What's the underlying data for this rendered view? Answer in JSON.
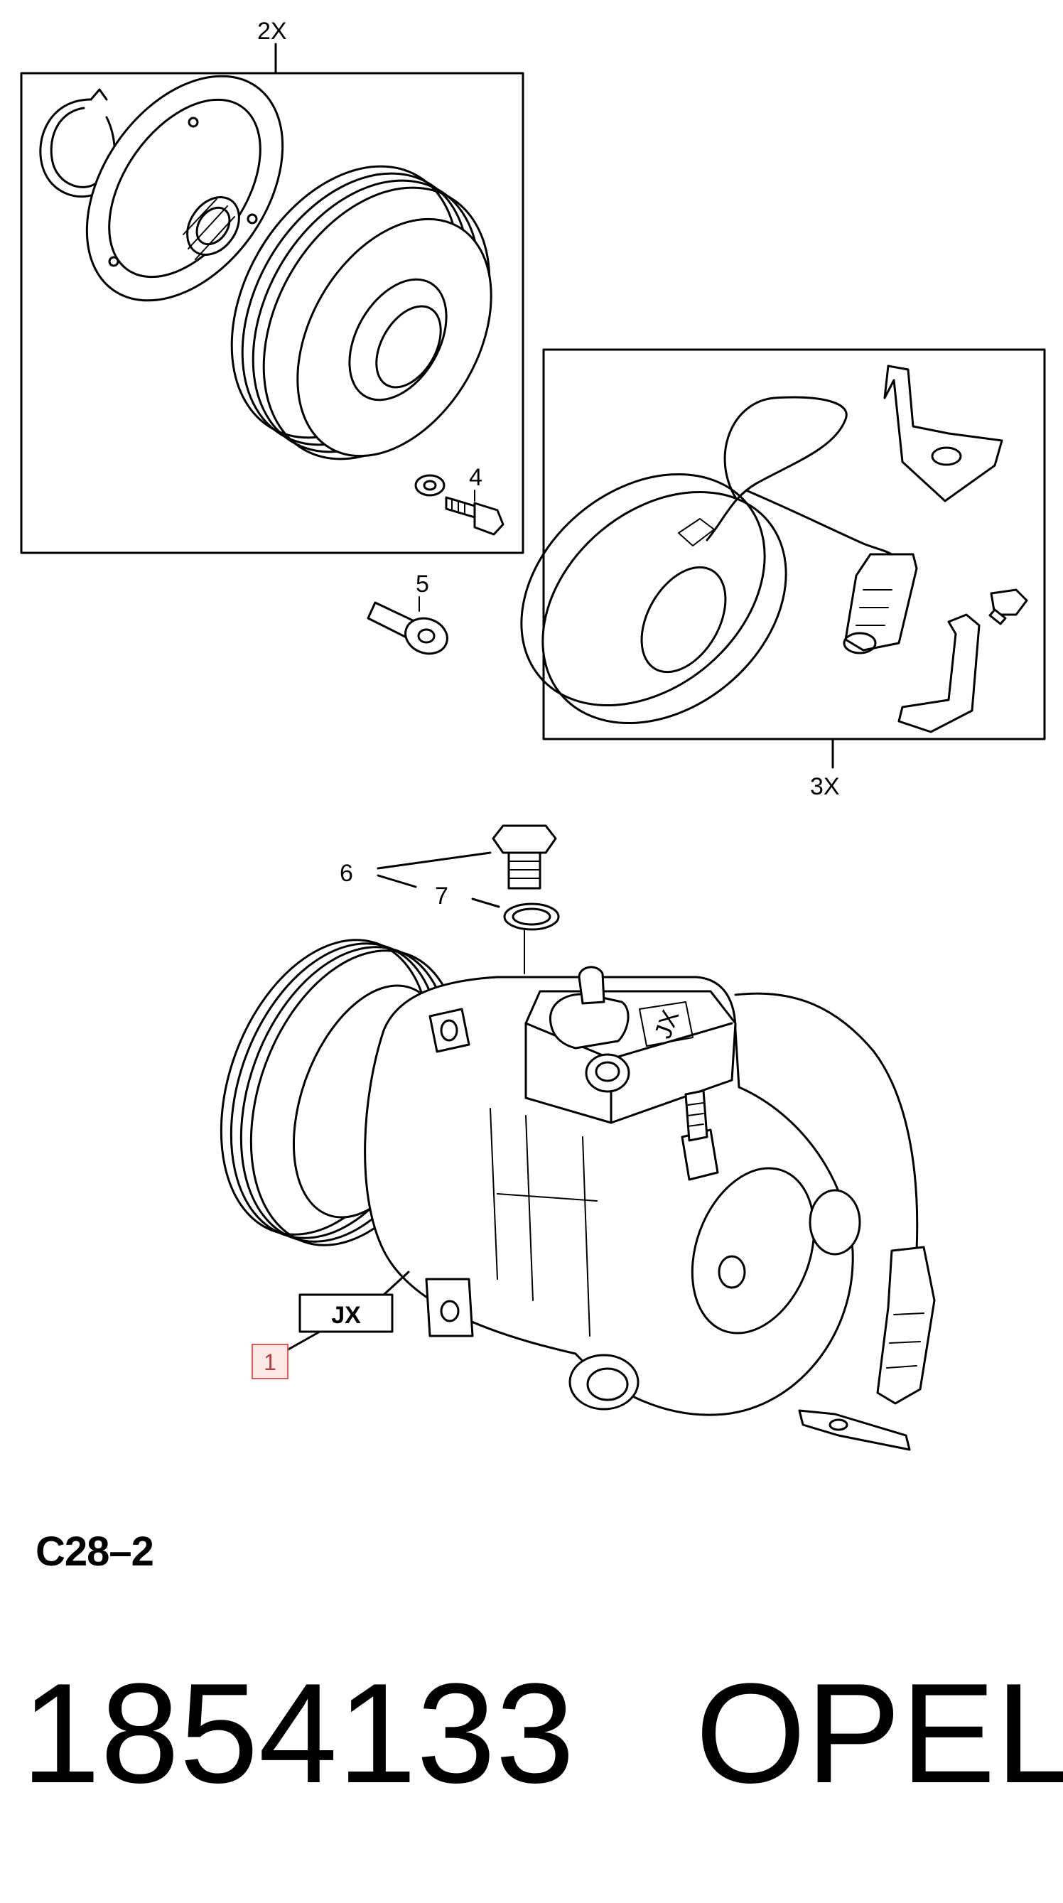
{
  "callouts": {
    "clutch_group_qty": "2X",
    "coil_group_qty": "3X",
    "bolt": "4",
    "screw": "5",
    "plug": "6",
    "seal_ring": "7",
    "compressor_item": "1",
    "compressor_code": "JX",
    "body_stamp": "JX"
  },
  "diagram_code": "C28–2",
  "part_number": "1854133",
  "brand": "OPEL",
  "colors": {
    "highlight": "#e05a5a",
    "line": "#000000"
  }
}
